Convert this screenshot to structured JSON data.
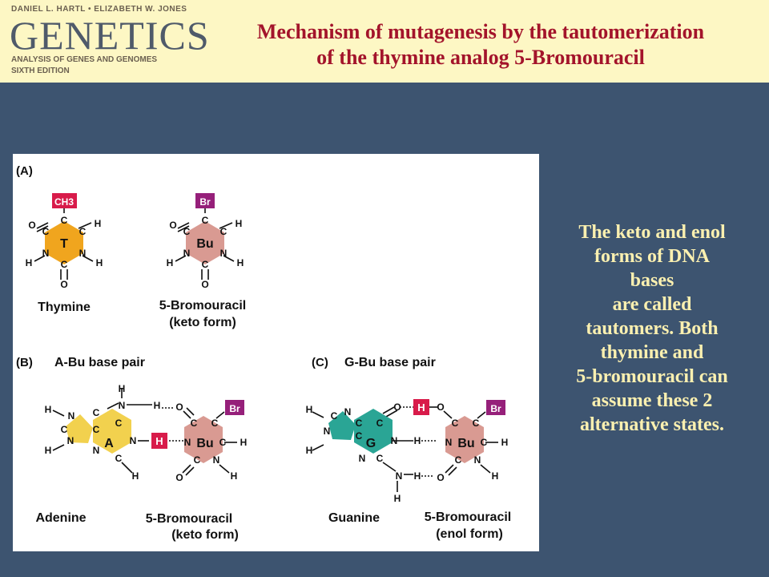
{
  "logo": {
    "authors": "DANIEL L. HARTL • ELIZABETH W. JONES",
    "brand": "GENETICS",
    "subtitle": "ANALYSIS OF GENES AND GENOMES",
    "edition": "SIXTH EDITION"
  },
  "title": {
    "line1": "Mechanism of mutagenesis by the tautomerization",
    "line2": "of the thymine analog 5-Bromouracil"
  },
  "figure": {
    "panel_a": {
      "label": "(A)",
      "thymine": {
        "ring": "T",
        "group": "CH3",
        "name": "Thymine"
      },
      "bromouracil": {
        "ring": "Bu",
        "group": "Br",
        "name_line1": "5-Bromouracil",
        "name_line2": "(keto form)"
      }
    },
    "panel_b": {
      "label": "(B)",
      "heading": "A-Bu base pair",
      "purine": {
        "ring": "A",
        "name": "Adenine"
      },
      "proton": "H",
      "pyrimidine": {
        "ring": "Bu",
        "group": "Br",
        "name_line1": "5-Bromouracil",
        "name_line2": "(keto form)"
      }
    },
    "panel_c": {
      "label": "(C)",
      "heading": "G-Bu base pair",
      "purine": {
        "ring": "G",
        "name": "Guanine"
      },
      "proton": "H",
      "pyrimidine": {
        "ring": "Bu",
        "group": "Br",
        "name_line1": "5-Bromouracil",
        "name_line2": "(enol form)"
      }
    },
    "atoms": {
      "c": "C",
      "n": "N",
      "o": "O",
      "h": "H"
    }
  },
  "caption": {
    "lines": [
      "The keto and enol",
      "forms of DNA",
      "bases",
      "are called",
      "tautomers. Both",
      "thymine and",
      "5-bromouracil can",
      "assume these 2",
      "alternative states."
    ]
  },
  "colors": {
    "background": "#3d5470",
    "header": "#fdf7c4",
    "title": "#a3142b",
    "caption": "#fbf0b0",
    "thymine": "#f0a51e",
    "bromouracil": "#d99a92",
    "adenine": "#f2d14e",
    "guanine": "#2aa595",
    "methyl": "#d81b4a",
    "bromine": "#96207a",
    "proton": "#d81b4a"
  }
}
